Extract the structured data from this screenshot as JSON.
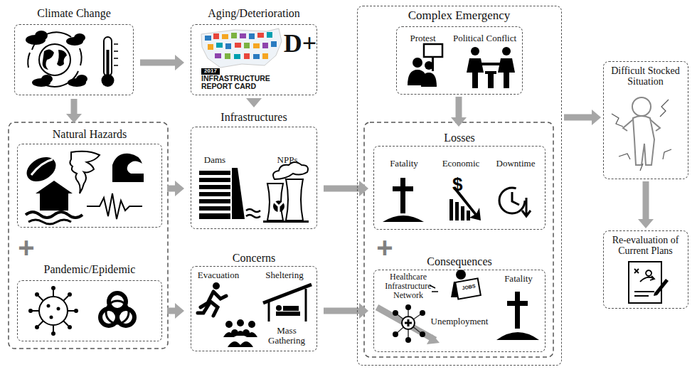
{
  "diagram": {
    "nodes": [
      {
        "text": [
          "Climate Change"
        ]
      },
      {
        "text": [
          "Aging/Deterioration",
          "2017",
          "INFRASTRUCTURE REPORT CARD",
          "D+"
        ]
      },
      {
        "text": [
          "Natural Hazards"
        ]
      },
      {
        "text": [
          "Pandemic/Epidemic"
        ]
      },
      {
        "text": [
          "Infrastructures",
          "Dams",
          "NPPs"
        ]
      },
      {
        "text": [
          "Concerns",
          "Evacuation",
          "Sheltering",
          "Mass Gathering"
        ]
      },
      {
        "text": [
          "Complex Emergency"
        ]
      },
      {
        "text": [
          "Protest",
          "Political Conflict"
        ],
        "in": 6
      },
      {
        "text": [
          "Losses",
          "Fatality",
          "Economic",
          "Downtime"
        ],
        "in": 6
      },
      {
        "text": [
          "Consequences",
          "Healthcare Infrastructure Network",
          "Unemployment",
          "Fatality"
        ],
        "in": 6
      },
      {
        "text": [
          "Difficult Stocked Situation"
        ]
      },
      {
        "text": [
          "Re-evaluation of Current Plans"
        ]
      }
    ],
    "edges": [
      {
        "from": 0,
        "to": 1,
        "arrow": "to"
      },
      {
        "from": 0,
        "to": 2,
        "arrow": "to"
      },
      {
        "from": 1,
        "to": 4,
        "arrow": "to"
      },
      {
        "from": 2,
        "to": 4,
        "arrow": "to"
      },
      {
        "from": 3,
        "to": 5,
        "arrow": "to"
      },
      {
        "from": 4,
        "to": 8,
        "arrow": "to"
      },
      {
        "from": 5,
        "to": 9,
        "arrow": "to"
      },
      {
        "from": 7,
        "to": 8,
        "arrow": "to"
      },
      {
        "from": 6,
        "to": 10,
        "arrow": "to"
      },
      {
        "from": 10,
        "to": 11,
        "arrow": "to"
      }
    ],
    "labels": [
      "+",
      "+",
      "JOBS"
    ]
  }
}
